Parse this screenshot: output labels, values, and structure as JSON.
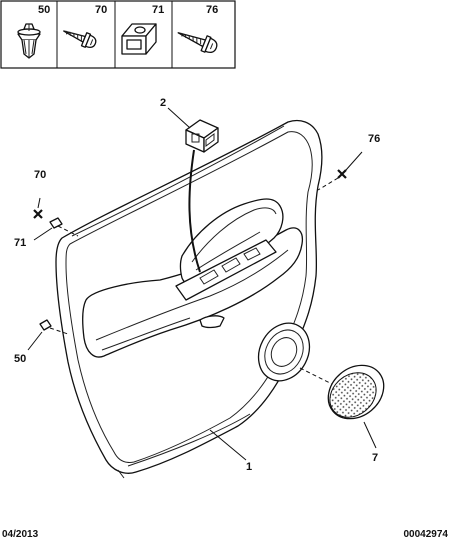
{
  "fastener_box": [
    {
      "ref": "50",
      "icon": "push-rivet-icon"
    },
    {
      "ref": "70",
      "icon": "screw-icon"
    },
    {
      "ref": "71",
      "icon": "clip-nut-icon"
    },
    {
      "ref": "76",
      "icon": "screw-icon"
    }
  ],
  "callouts": {
    "trim_panel": "1",
    "window_switch": "2",
    "speaker_grille": "7",
    "screw_left": "70",
    "clip_left": "71",
    "screw_right": "76",
    "rivet_left": "50"
  },
  "footer": {
    "date_code": "04/2013",
    "doc_number": "00042974"
  }
}
